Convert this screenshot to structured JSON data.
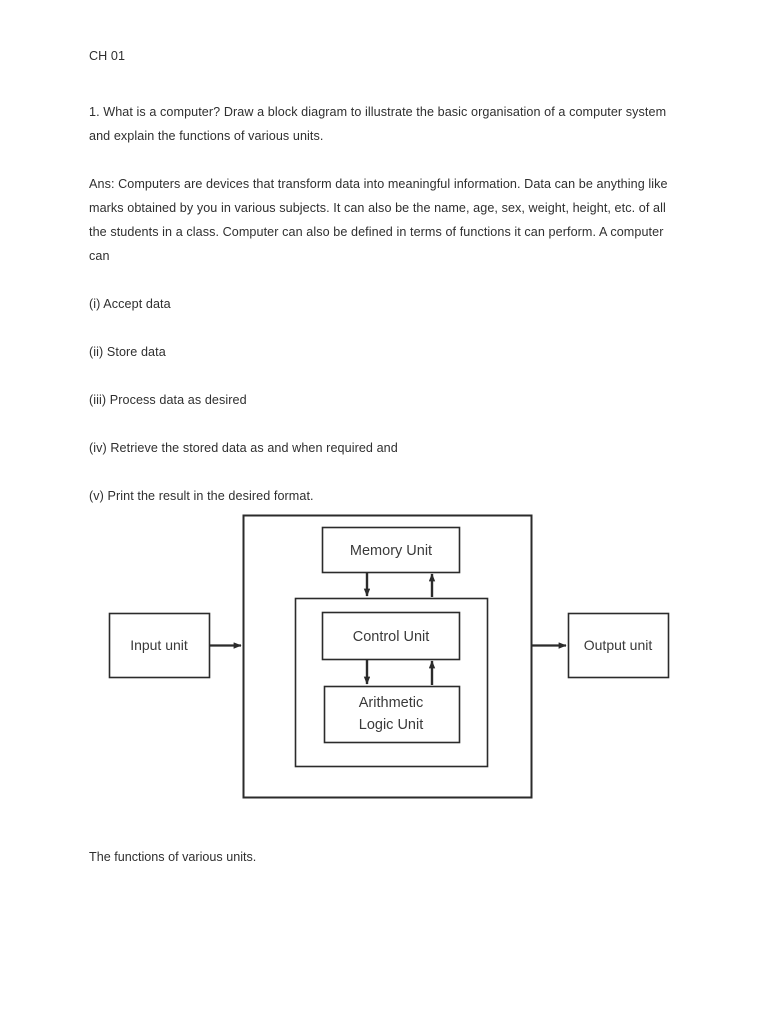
{
  "document": {
    "heading": "CH 01",
    "question": "1. What is a computer? Draw a block diagram to illustrate the basic organisation of a computer system and explain the functions of various units.",
    "answer": "Ans: Computers are devices that transform data into meaningful information. Data can be anything like marks obtained by you in various subjects. It can also be the name, age, sex, weight, height, etc. of all the students in a class. Computer can also be defined in terms of functions it can perform. A computer can",
    "capabilities": [
      "(i) Accept data",
      "(ii) Store data",
      "(iii) Process data as desired",
      "(iv) Retrieve the stored data as and when required and",
      "(v) Print the result in the desired format."
    ],
    "closing": "The functions of various units."
  },
  "diagram": {
    "input_unit": "Input unit",
    "output_unit": "Output unit",
    "memory_unit": "Memory Unit",
    "control_unit": "Control Unit",
    "alu_line1": "Arithmetic",
    "alu_line2": "Logic Unit",
    "colors": {
      "stroke": "#2b2b2b",
      "fill": "#ffffff",
      "text": "#3a3a3a"
    }
  }
}
